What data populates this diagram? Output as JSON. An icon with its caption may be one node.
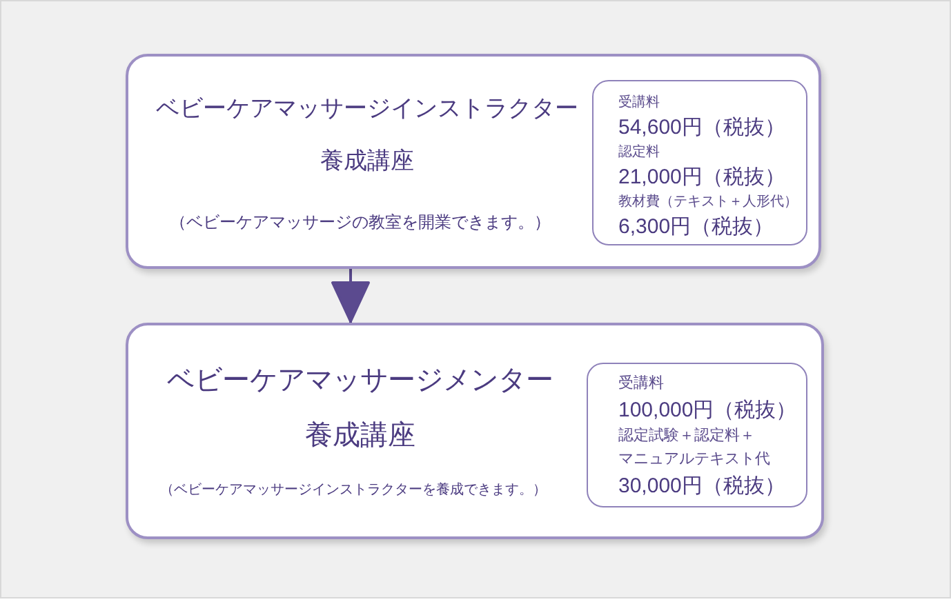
{
  "diagram": {
    "nodes": [
      {
        "text": [
          "ベビーケアマッサージインストラクター養成講座",
          "（ベビーケアマッサージの教室を開業できます。）"
        ]
      },
      {
        "text": [
          "受講料",
          "54,600円（税抜）",
          "認定料",
          "21,000円（税抜）",
          "教材費（テキスト＋人形代）",
          "6,300円（税抜）"
        ],
        "in": 0
      },
      {
        "text": [
          "ベビーケアマッサージメンター養成講座",
          "（ベビーケアマッサージインストラクターを養成できます。）"
        ]
      },
      {
        "text": [
          "受講料",
          "100,000円（税抜）",
          "認定試験＋認定料＋マニュアルテキスト代",
          "30,000円（税抜）"
        ],
        "in": 2
      }
    ],
    "edges": [
      {
        "from": 0,
        "to": 2,
        "arrow": "to"
      }
    ]
  }
}
